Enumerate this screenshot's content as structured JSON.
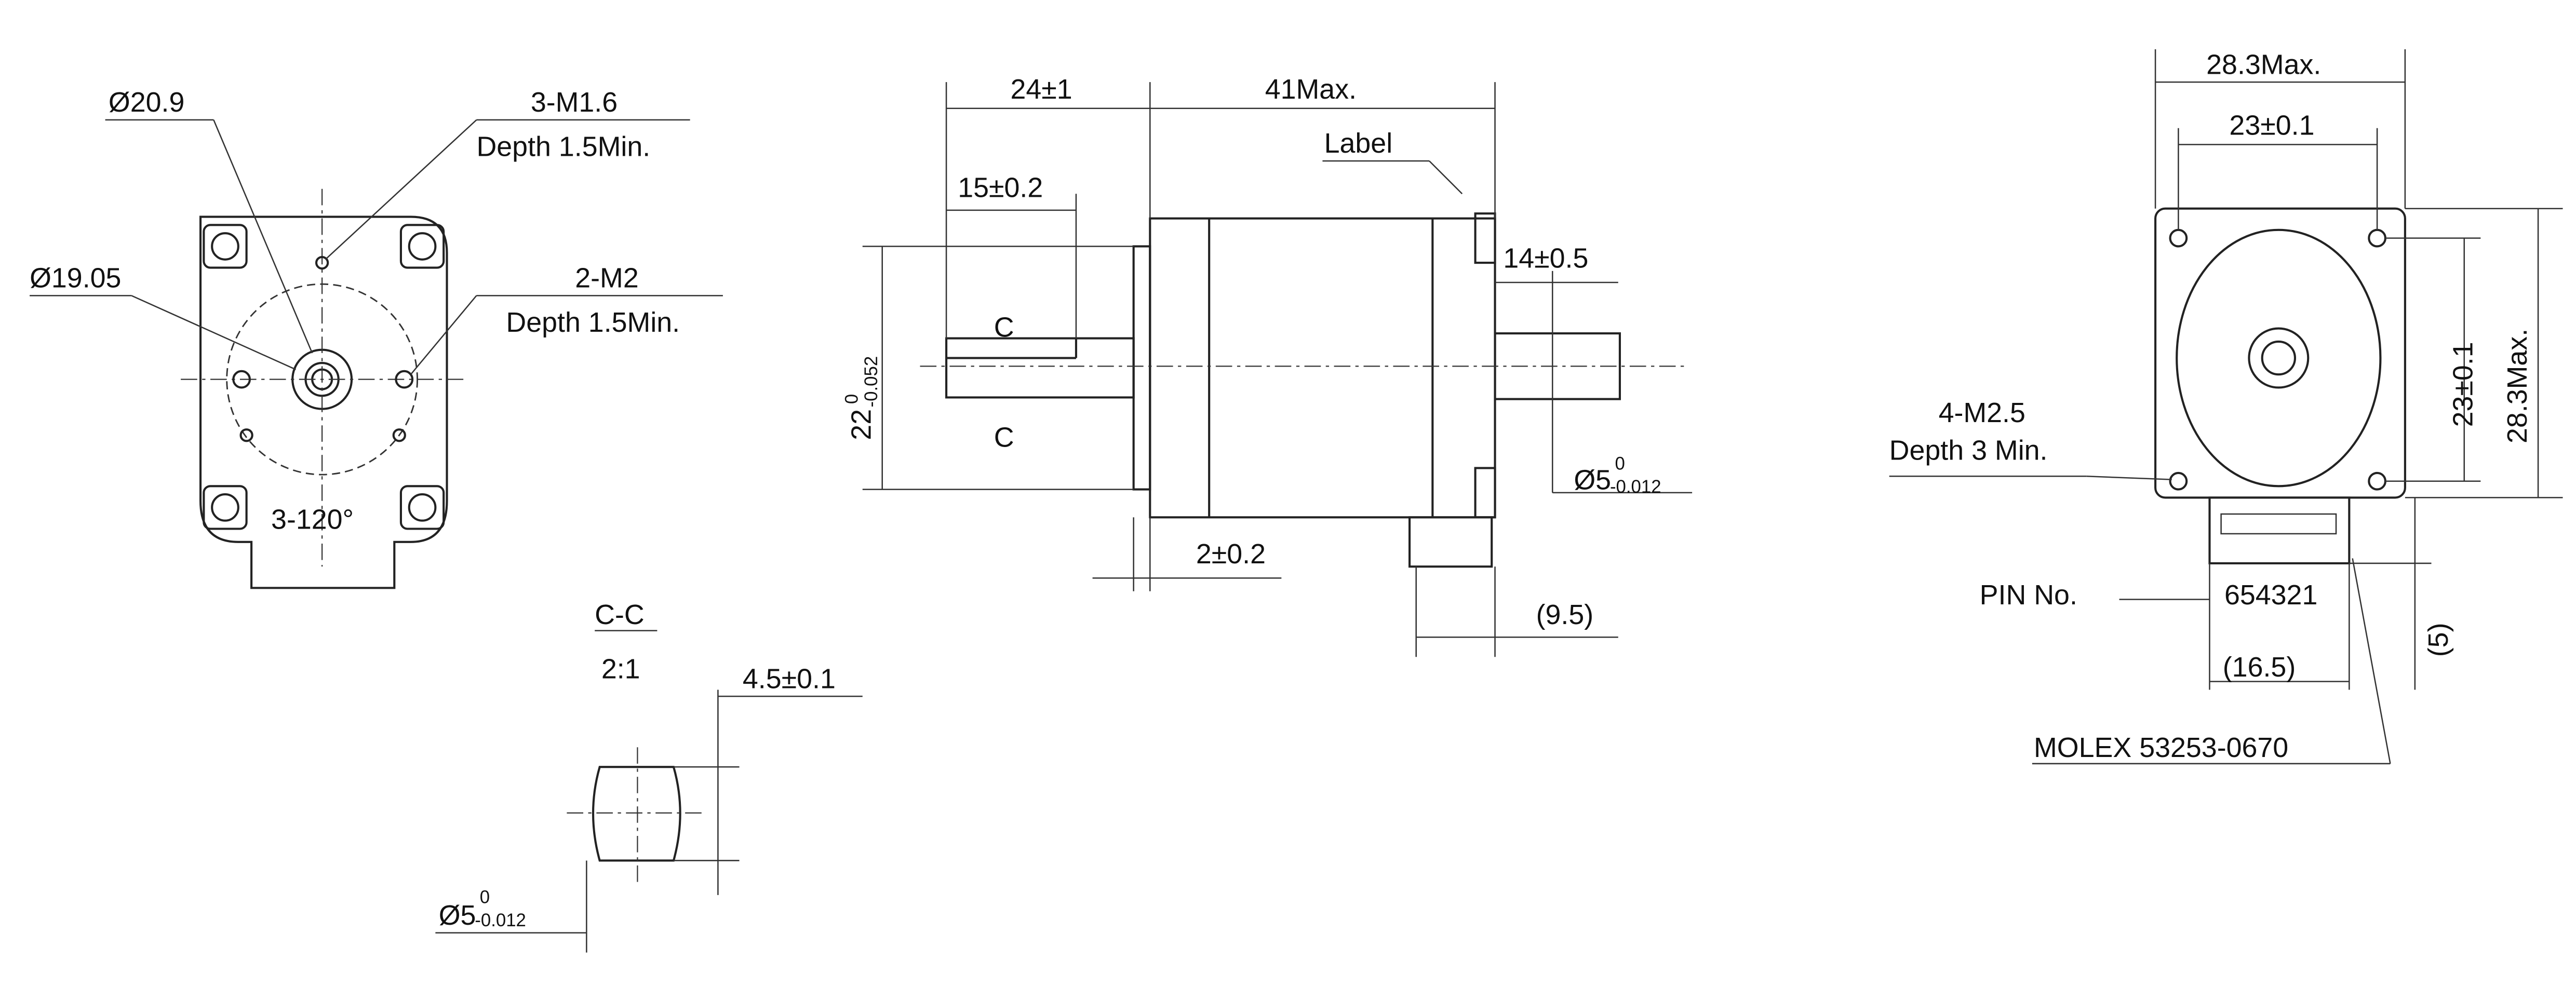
{
  "front_view": {
    "dia_outer": "Ø20.9",
    "holes_a": "3-M1.6",
    "holes_a_depth": "Depth 1.5Min.",
    "dia_inner": "Ø19.05",
    "holes_b": "2-M2",
    "holes_b_depth": "Depth 1.5Min.",
    "angle": "3-120°"
  },
  "side_view": {
    "shaft_len": "24±1",
    "body_len": "41Max.",
    "label": "Label",
    "flat_len": "15±0.2",
    "section_mark": "C",
    "rear_shaft": "14±0.5",
    "boss_dia": "22",
    "boss_tol_upper": "0",
    "boss_tol_lower": "-0.052",
    "shaft_dia": "Ø5",
    "shaft_tol_upper": "0",
    "shaft_tol_lower": "-0.012",
    "flange": "2±0.2",
    "connector_len": "(9.5)"
  },
  "section": {
    "title": "C-C",
    "scale": "2:1",
    "flat": "4.5±0.1",
    "dia": "Ø5",
    "tol_upper": "0",
    "tol_lower": "-0.012"
  },
  "rear_view": {
    "width_max": "28.3Max.",
    "hole_pitch_h": "23±0.1",
    "hole_pitch_v": "23±0.1",
    "height_max": "28.3Max.",
    "holes": "4-M2.5",
    "holes_depth": "Depth 3 Min.",
    "pin_label": "PIN No.",
    "pins": "654321",
    "conn_width": "(16.5)",
    "conn_height": "(5)",
    "connector": "MOLEX 53253-0670"
  }
}
